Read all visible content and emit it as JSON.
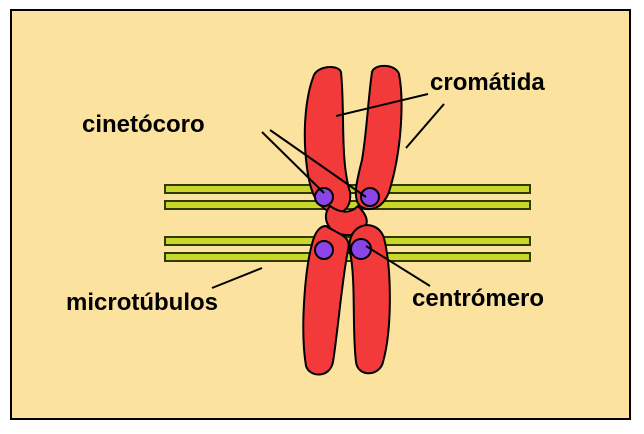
{
  "labels": {
    "chromatid": "cromátida",
    "kinetochore": "cinetócoro",
    "microtubules": "microtúbulos",
    "centromere": "centrómero"
  },
  "colors": {
    "background": "#fbe29e",
    "chromosome": "#f23a3a",
    "microtubule_fill": "#c9d62a",
    "microtubule_stroke": "#2f3a00",
    "kinetochore": "#8a44e8",
    "line": "#000000"
  }
}
